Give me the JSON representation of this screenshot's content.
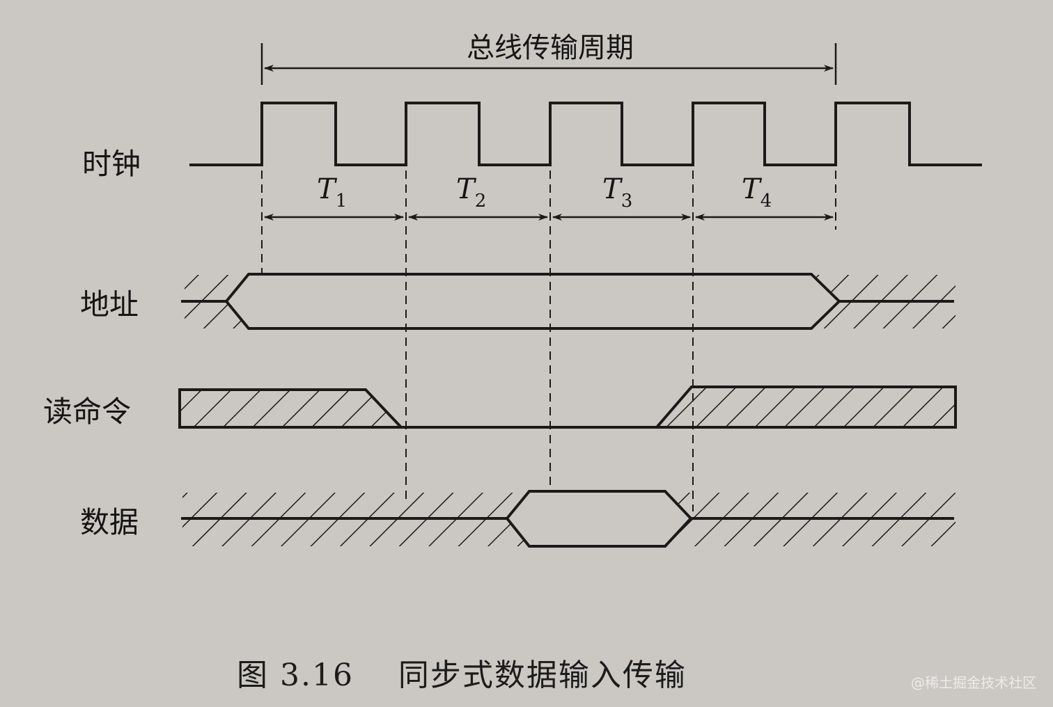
{
  "diagram": {
    "period_label": "总线传输周期",
    "signals": {
      "clock": "时钟",
      "address": "地址",
      "read_command": "读命令",
      "data": "数据"
    },
    "intervals": [
      {
        "letter": "T",
        "sub": "1"
      },
      {
        "letter": "T",
        "sub": "2"
      },
      {
        "letter": "T",
        "sub": "3"
      },
      {
        "letter": "T",
        "sub": "4"
      }
    ],
    "caption": "图 3.16    同步式数据输入传输"
  },
  "watermark": "@稀土掘金技术社区"
}
